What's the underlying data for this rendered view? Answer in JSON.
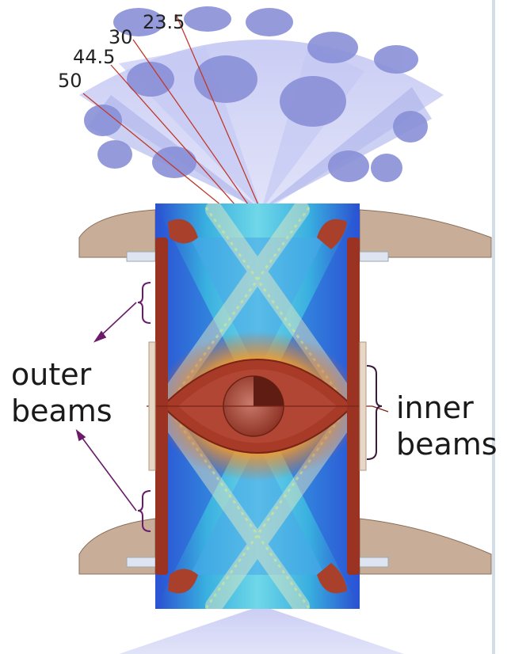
{
  "angles": [
    "23.5",
    "30",
    "44.5",
    "50"
  ],
  "labels": {
    "outer_line1": "outer",
    "outer_line2": "beams",
    "inner_line1": "inner",
    "inner_line2": "beams"
  },
  "colors": {
    "beam_cones": "#9aa0e0",
    "beam_port": "#8a90d8",
    "hohlraum_wall": "#8b3a2a",
    "angle_lines": "#c0392b",
    "bracket": "#6a1b6a",
    "hardware": "#b89a82"
  }
}
